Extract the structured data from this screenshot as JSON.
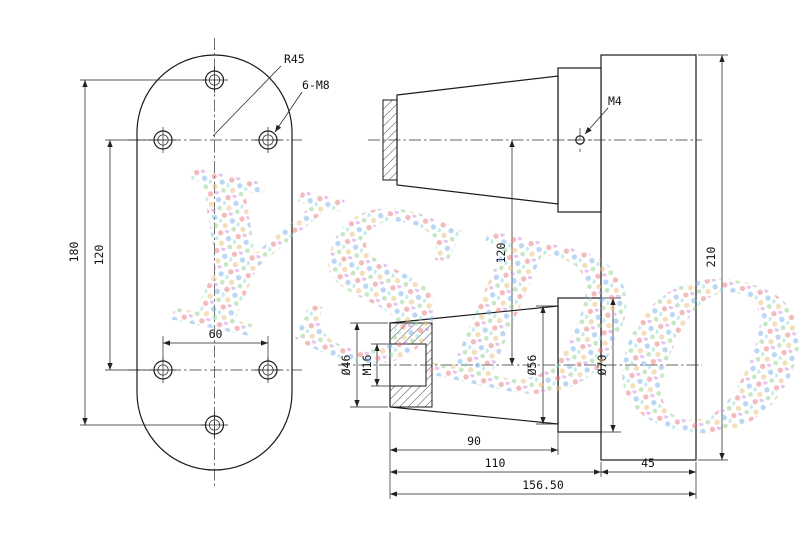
{
  "drawing": {
    "watermark": "YSDO",
    "left_view": {
      "radius_label": "R45",
      "holes_label": "6-M8",
      "dims": {
        "height": "180",
        "row_spacing": "120",
        "hole_spacing": "60"
      }
    },
    "right_view": {
      "screw_label": "M4",
      "dims": {
        "total_height": "210",
        "axis_spacing": "120",
        "shaft_dia": "Ø46",
        "thread": "M16",
        "hub_dia": "Ø56",
        "boss_dia": "Ø70",
        "cone_length": "90",
        "body_length": "110",
        "flange_thickness": "45",
        "total_length": "156.50"
      }
    }
  }
}
